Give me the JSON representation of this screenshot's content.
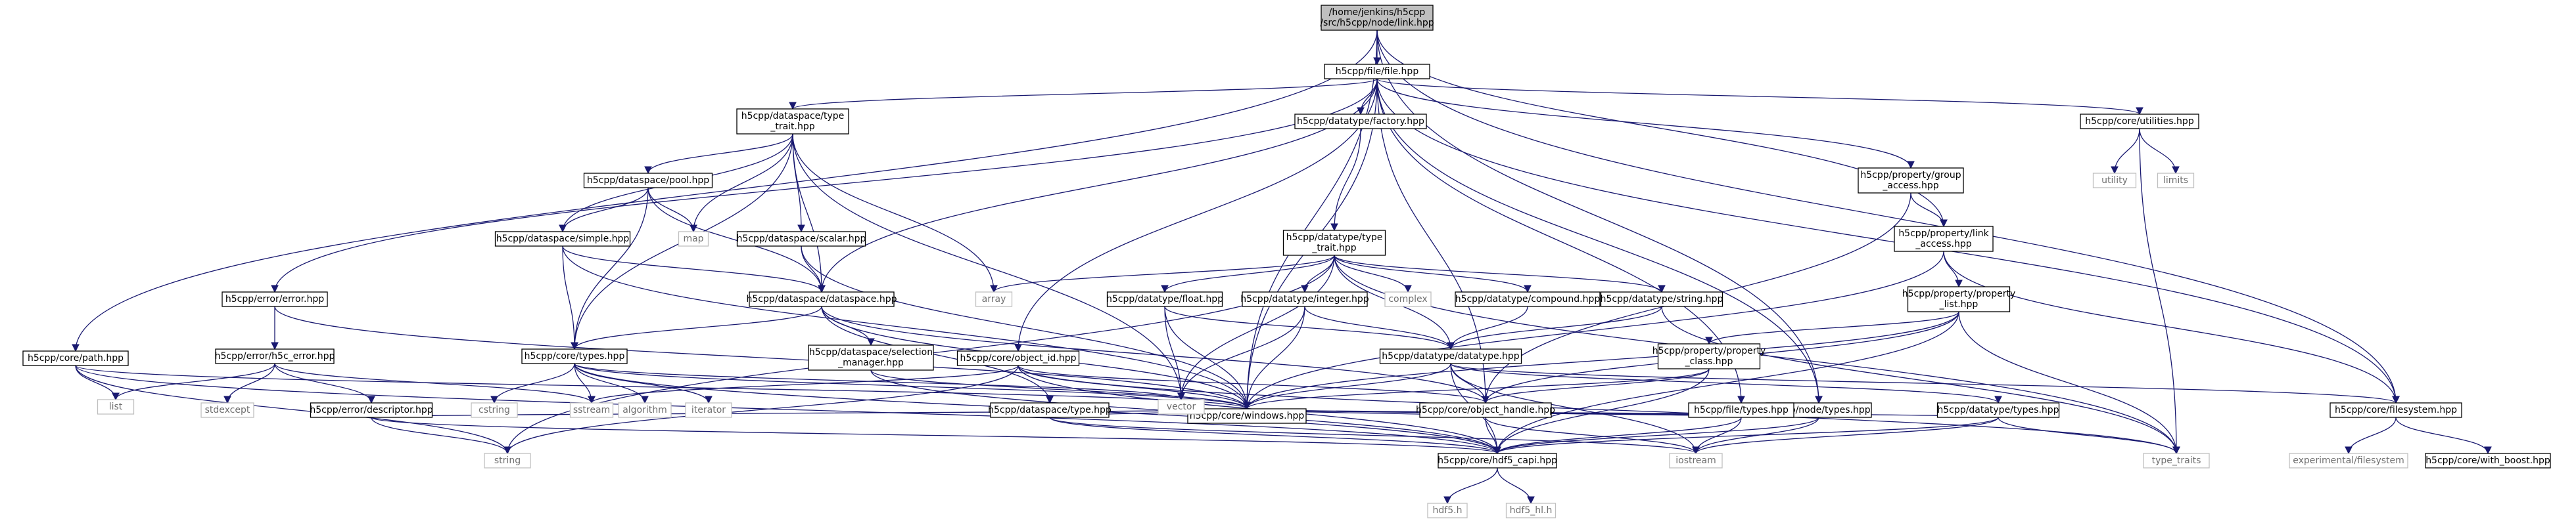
{
  "diagram": {
    "colors": {
      "edge": "#191970",
      "node_border": "#000000",
      "node_fill": "#ffffff",
      "root_fill": "#bfbfbf",
      "system_border": "#bfbfbf",
      "system_text": "#6f6f6f"
    },
    "nodes": [
      {
        "id": "link",
        "lines": [
          "/home/jenkins/h5cpp",
          "/src/h5cpp/node/link.hpp"
        ]
      },
      {
        "id": "file",
        "lines": [
          "h5cpp/file/file.hpp"
        ]
      },
      {
        "id": "path",
        "lines": [
          "h5cpp/core/path.hpp"
        ]
      },
      {
        "id": "windows",
        "lines": [
          "h5cpp/core/windows.hpp"
        ]
      },
      {
        "id": "hdf5capi",
        "lines": [
          "h5cpp/core/hdf5_capi.hpp"
        ]
      },
      {
        "id": "linkaccess",
        "lines": [
          "h5cpp/property/link",
          "_access.hpp"
        ]
      },
      {
        "id": "filesystem",
        "lines": [
          "h5cpp/core/filesystem.hpp"
        ]
      },
      {
        "id": "nodetypes",
        "lines": [
          "h5cpp/node/types.hpp"
        ]
      },
      {
        "id": "list",
        "lines": [
          "list"
        ]
      },
      {
        "id": "string",
        "lines": [
          "string"
        ]
      },
      {
        "id": "typetraits",
        "lines": [
          "type_traits"
        ]
      },
      {
        "id": "hdf5h",
        "lines": [
          "hdf5.h"
        ]
      },
      {
        "id": "hdf5hlh",
        "lines": [
          "hdf5_hl.h"
        ]
      },
      {
        "id": "errorhpp",
        "lines": [
          "h5cpp/error/error.hpp"
        ]
      },
      {
        "id": "dstypetrait",
        "lines": [
          "h5cpp/dataspace/type",
          "_trait.hpp"
        ]
      },
      {
        "id": "dtfactory",
        "lines": [
          "h5cpp/datatype/factory.hpp"
        ]
      },
      {
        "id": "objectid",
        "lines": [
          "h5cpp/core/object_id.hpp"
        ]
      },
      {
        "id": "dataspace",
        "lines": [
          "h5cpp/dataspace/dataspace.hpp"
        ]
      },
      {
        "id": "objecthandle",
        "lines": [
          "h5cpp/core/object_handle.hpp"
        ]
      },
      {
        "id": "groupaccess",
        "lines": [
          "h5cpp/property/group",
          "_access.hpp"
        ]
      },
      {
        "id": "utilities",
        "lines": [
          "h5cpp/core/utilities.hpp"
        ]
      },
      {
        "id": "filetypes",
        "lines": [
          "h5cpp/file/types.hpp"
        ]
      },
      {
        "id": "h5cerror",
        "lines": [
          "h5cpp/error/h5c_error.hpp"
        ]
      },
      {
        "id": "stdexcept",
        "lines": [
          "stdexcept"
        ]
      },
      {
        "id": "sstream",
        "lines": [
          "sstream"
        ]
      },
      {
        "id": "descriptor",
        "lines": [
          "h5cpp/error/descriptor.hpp"
        ]
      },
      {
        "id": "pool",
        "lines": [
          "h5cpp/dataspace/pool.hpp"
        ]
      },
      {
        "id": "simple",
        "lines": [
          "h5cpp/dataspace/simple.hpp"
        ]
      },
      {
        "id": "coretypes",
        "lines": [
          "h5cpp/core/types.hpp"
        ]
      },
      {
        "id": "map",
        "lines": [
          "map"
        ]
      },
      {
        "id": "scalar",
        "lines": [
          "h5cpp/dataspace/scalar.hpp"
        ]
      },
      {
        "id": "array",
        "lines": [
          "array"
        ]
      },
      {
        "id": "vector",
        "lines": [
          "vector"
        ]
      },
      {
        "id": "dttypetrait",
        "lines": [
          "h5cpp/datatype/type",
          "_trait.hpp"
        ]
      },
      {
        "id": "cstring",
        "lines": [
          "cstring"
        ]
      },
      {
        "id": "algorithm",
        "lines": [
          "algorithm"
        ]
      },
      {
        "id": "iterator",
        "lines": [
          "iterator"
        ]
      },
      {
        "id": "selection",
        "lines": [
          "h5cpp/dataspace/selection",
          "_manager.hpp"
        ]
      },
      {
        "id": "dstype",
        "lines": [
          "h5cpp/dataspace/type.hpp"
        ]
      },
      {
        "id": "float",
        "lines": [
          "h5cpp/datatype/float.hpp"
        ]
      },
      {
        "id": "integer",
        "lines": [
          "h5cpp/datatype/integer.hpp"
        ]
      },
      {
        "id": "complex",
        "lines": [
          "complex"
        ]
      },
      {
        "id": "compound",
        "lines": [
          "h5cpp/datatype/compound.hpp"
        ]
      },
      {
        "id": "dtstring",
        "lines": [
          "h5cpp/datatype/string.hpp"
        ]
      },
      {
        "id": "datatype",
        "lines": [
          "h5cpp/datatype/datatype.hpp"
        ]
      },
      {
        "id": "iostream",
        "lines": [
          "iostream"
        ]
      },
      {
        "id": "dttypes",
        "lines": [
          "h5cpp/datatype/types.hpp"
        ]
      },
      {
        "id": "utility",
        "lines": [
          "utility"
        ]
      },
      {
        "id": "limits",
        "lines": [
          "limits"
        ]
      },
      {
        "id": "proplist",
        "lines": [
          "h5cpp/property/property",
          "_list.hpp"
        ]
      },
      {
        "id": "propclass",
        "lines": [
          "h5cpp/property/property",
          "_class.hpp"
        ]
      },
      {
        "id": "experimental",
        "lines": [
          "experimental/filesystem"
        ]
      },
      {
        "id": "withboost",
        "lines": [
          "h5cpp/core/with_boost.hpp"
        ]
      }
    ],
    "edges": [
      [
        "link",
        "file"
      ],
      [
        "link",
        "path"
      ],
      [
        "link",
        "windows"
      ],
      [
        "link",
        "linkaccess"
      ],
      [
        "link",
        "filesystem"
      ],
      [
        "link",
        "nodetypes"
      ],
      [
        "file",
        "errorhpp"
      ],
      [
        "file",
        "dstypetrait"
      ],
      [
        "file",
        "dtfactory"
      ],
      [
        "file",
        "windows"
      ],
      [
        "file",
        "objectid"
      ],
      [
        "file",
        "dataspace"
      ],
      [
        "file",
        "objecthandle"
      ],
      [
        "file",
        "groupaccess"
      ],
      [
        "file",
        "utilities"
      ],
      [
        "file",
        "filetypes"
      ],
      [
        "file",
        "filesystem"
      ],
      [
        "file",
        "nodetypes"
      ],
      [
        "path",
        "list"
      ],
      [
        "path",
        "string"
      ],
      [
        "path",
        "windows"
      ],
      [
        "path",
        "hdf5capi"
      ],
      [
        "errorhpp",
        "h5cerror"
      ],
      [
        "errorhpp",
        "windows"
      ],
      [
        "h5cerror",
        "list"
      ],
      [
        "h5cerror",
        "stdexcept"
      ],
      [
        "h5cerror",
        "sstream"
      ],
      [
        "h5cerror",
        "descriptor"
      ],
      [
        "descriptor",
        "string"
      ],
      [
        "descriptor",
        "windows"
      ],
      [
        "descriptor",
        "hdf5capi"
      ],
      [
        "dstypetrait",
        "pool"
      ],
      [
        "dstypetrait",
        "simple"
      ],
      [
        "dstypetrait",
        "coretypes"
      ],
      [
        "dstypetrait",
        "map"
      ],
      [
        "dstypetrait",
        "scalar"
      ],
      [
        "dstypetrait",
        "dataspace"
      ],
      [
        "dstypetrait",
        "array"
      ],
      [
        "dstypetrait",
        "vector"
      ],
      [
        "pool",
        "map"
      ],
      [
        "pool",
        "simple"
      ],
      [
        "pool",
        "coretypes"
      ],
      [
        "pool",
        "dataspace"
      ],
      [
        "simple",
        "coretypes"
      ],
      [
        "simple",
        "dataspace"
      ],
      [
        "simple",
        "windows"
      ],
      [
        "scalar",
        "dataspace"
      ],
      [
        "scalar",
        "windows"
      ],
      [
        "dataspace",
        "coretypes"
      ],
      [
        "dataspace",
        "selection"
      ],
      [
        "dataspace",
        "dstype"
      ],
      [
        "dataspace",
        "objecthandle"
      ],
      [
        "dataspace",
        "windows"
      ],
      [
        "coretypes",
        "cstring"
      ],
      [
        "coretypes",
        "sstream"
      ],
      [
        "coretypes",
        "algorithm"
      ],
      [
        "coretypes",
        "iterator"
      ],
      [
        "coretypes",
        "vector"
      ],
      [
        "coretypes",
        "windows"
      ],
      [
        "coretypes",
        "hdf5capi"
      ],
      [
        "selection",
        "windows"
      ],
      [
        "selection",
        "hdf5capi"
      ],
      [
        "dstype",
        "windows"
      ],
      [
        "dstype",
        "hdf5capi"
      ],
      [
        "dstype",
        "iostream"
      ],
      [
        "dtfactory",
        "dttypetrait"
      ],
      [
        "dttypetrait",
        "array"
      ],
      [
        "dttypetrait",
        "float"
      ],
      [
        "dttypetrait",
        "integer"
      ],
      [
        "dttypetrait",
        "complex"
      ],
      [
        "dttypetrait",
        "compound"
      ],
      [
        "dttypetrait",
        "dtstring"
      ],
      [
        "dttypetrait",
        "datatype"
      ],
      [
        "dttypetrait",
        "vector"
      ],
      [
        "dttypetrait",
        "string"
      ],
      [
        "dttypetrait",
        "typetraits"
      ],
      [
        "float",
        "datatype"
      ],
      [
        "float",
        "vector"
      ],
      [
        "float",
        "windows"
      ],
      [
        "integer",
        "datatype"
      ],
      [
        "integer",
        "vector"
      ],
      [
        "integer",
        "windows"
      ],
      [
        "compound",
        "datatype"
      ],
      [
        "dtstring",
        "datatype"
      ],
      [
        "dtstring",
        "typetraits"
      ],
      [
        "datatype",
        "objecthandle"
      ],
      [
        "datatype",
        "dttypes"
      ],
      [
        "datatype",
        "windows"
      ],
      [
        "datatype",
        "hdf5capi"
      ],
      [
        "datatype",
        "filesystem"
      ],
      [
        "datatype",
        "iostream"
      ],
      [
        "objectid",
        "string"
      ],
      [
        "objectid",
        "sstream"
      ],
      [
        "objectid",
        "objecthandle"
      ],
      [
        "objectid",
        "windows"
      ],
      [
        "objectid",
        "hdf5capi"
      ],
      [
        "objectid",
        "typetraits"
      ],
      [
        "objecthandle",
        "hdf5capi"
      ],
      [
        "objecthandle",
        "windows"
      ],
      [
        "objecthandle",
        "iostream"
      ],
      [
        "dttypes",
        "windows"
      ],
      [
        "dttypes",
        "hdf5capi"
      ],
      [
        "dttypes",
        "iostream"
      ],
      [
        "dttypes",
        "typetraits"
      ],
      [
        "groupaccess",
        "linkaccess"
      ],
      [
        "groupaccess",
        "objecthandle"
      ],
      [
        "linkaccess",
        "proplist"
      ],
      [
        "linkaccess",
        "filesystem"
      ],
      [
        "linkaccess",
        "windows"
      ],
      [
        "proplist",
        "propclass"
      ],
      [
        "proplist",
        "objecthandle"
      ],
      [
        "proplist",
        "windows"
      ],
      [
        "proplist",
        "hdf5capi"
      ],
      [
        "proplist",
        "typetraits"
      ],
      [
        "propclass",
        "objecthandle"
      ],
      [
        "propclass",
        "windows"
      ],
      [
        "propclass",
        "hdf5capi"
      ],
      [
        "utilities",
        "utility"
      ],
      [
        "utilities",
        "limits"
      ],
      [
        "utilities",
        "typetraits"
      ],
      [
        "filetypes",
        "windows"
      ],
      [
        "filetypes",
        "hdf5capi"
      ],
      [
        "filetypes",
        "iostream"
      ],
      [
        "nodetypes",
        "windows"
      ],
      [
        "nodetypes",
        "hdf5capi"
      ],
      [
        "nodetypes",
        "iostream"
      ],
      [
        "filesystem",
        "experimental"
      ],
      [
        "filesystem",
        "withboost"
      ],
      [
        "hdf5capi",
        "hdf5h"
      ],
      [
        "hdf5capi",
        "hdf5hlh"
      ]
    ]
  }
}
